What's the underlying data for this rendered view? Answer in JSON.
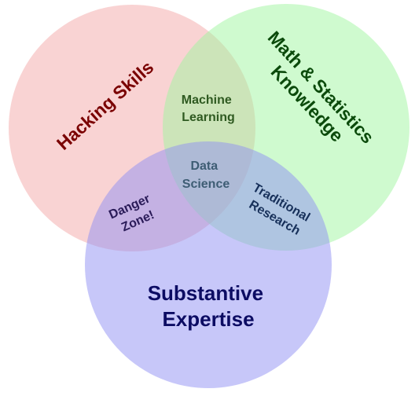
{
  "circles": [
    {
      "label_lines": [
        "Hacking Skills"
      ],
      "fill": "#f4a7a7",
      "text_color": "#7a0000"
    },
    {
      "label_lines": [
        "Math & Statistics",
        "Knowledge"
      ],
      "fill": "#9ff59f",
      "text_color": "#0b4a0b"
    },
    {
      "label_lines": [
        "Substantive",
        "Expertise"
      ],
      "fill": "#8f8ff3",
      "text_color": "#0c0c63"
    }
  ],
  "overlaps": {
    "machine_learning": [
      "Machine",
      "Learning"
    ],
    "data_science": [
      "Data",
      "Science"
    ],
    "danger_zone": [
      "Danger",
      "Zone!"
    ],
    "traditional_research": [
      "Traditional",
      "Research"
    ]
  },
  "colors": {
    "machine_learning": "#2f5a21",
    "data_science": "#3e5d74",
    "danger_zone": "#2a1b58",
    "traditional_research": "#17305a"
  }
}
